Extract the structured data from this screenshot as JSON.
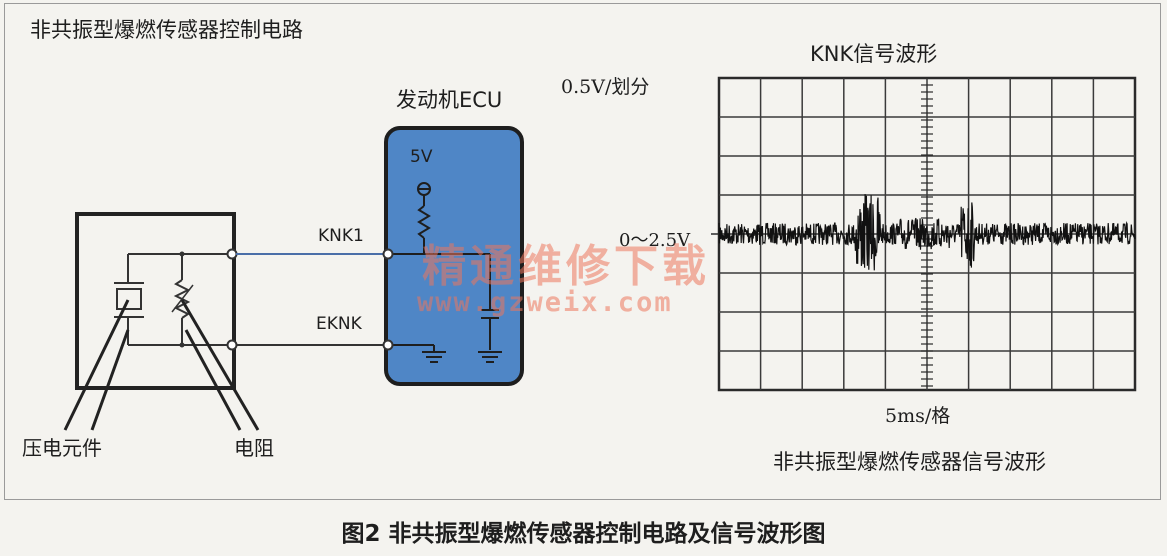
{
  "circuit_title": "非共振型爆燃传感器控制电路",
  "ecu": {
    "title": "发动机ECU",
    "supply_label": "5V",
    "color": "#4f86c6"
  },
  "pins": {
    "knk1": "KNK1",
    "eknk": "EKNK"
  },
  "sensor": {
    "piezo_label": "压电元件",
    "resistor_label": "电阻"
  },
  "oscilloscope": {
    "title": "KNK信号波形",
    "volts_per_div": "0.5V/划分",
    "voltage_range": "0～2.5V",
    "time_per_div": "5ms/格",
    "caption": "非共振型爆燃传感器信号波形",
    "grid_columns": 10,
    "grid_rows": 8
  },
  "watermark": {
    "text": "精通维修下载",
    "url": "www.gzweix.com"
  },
  "figure_caption": "图2 非共振型爆燃传感器控制电路及信号波形图"
}
